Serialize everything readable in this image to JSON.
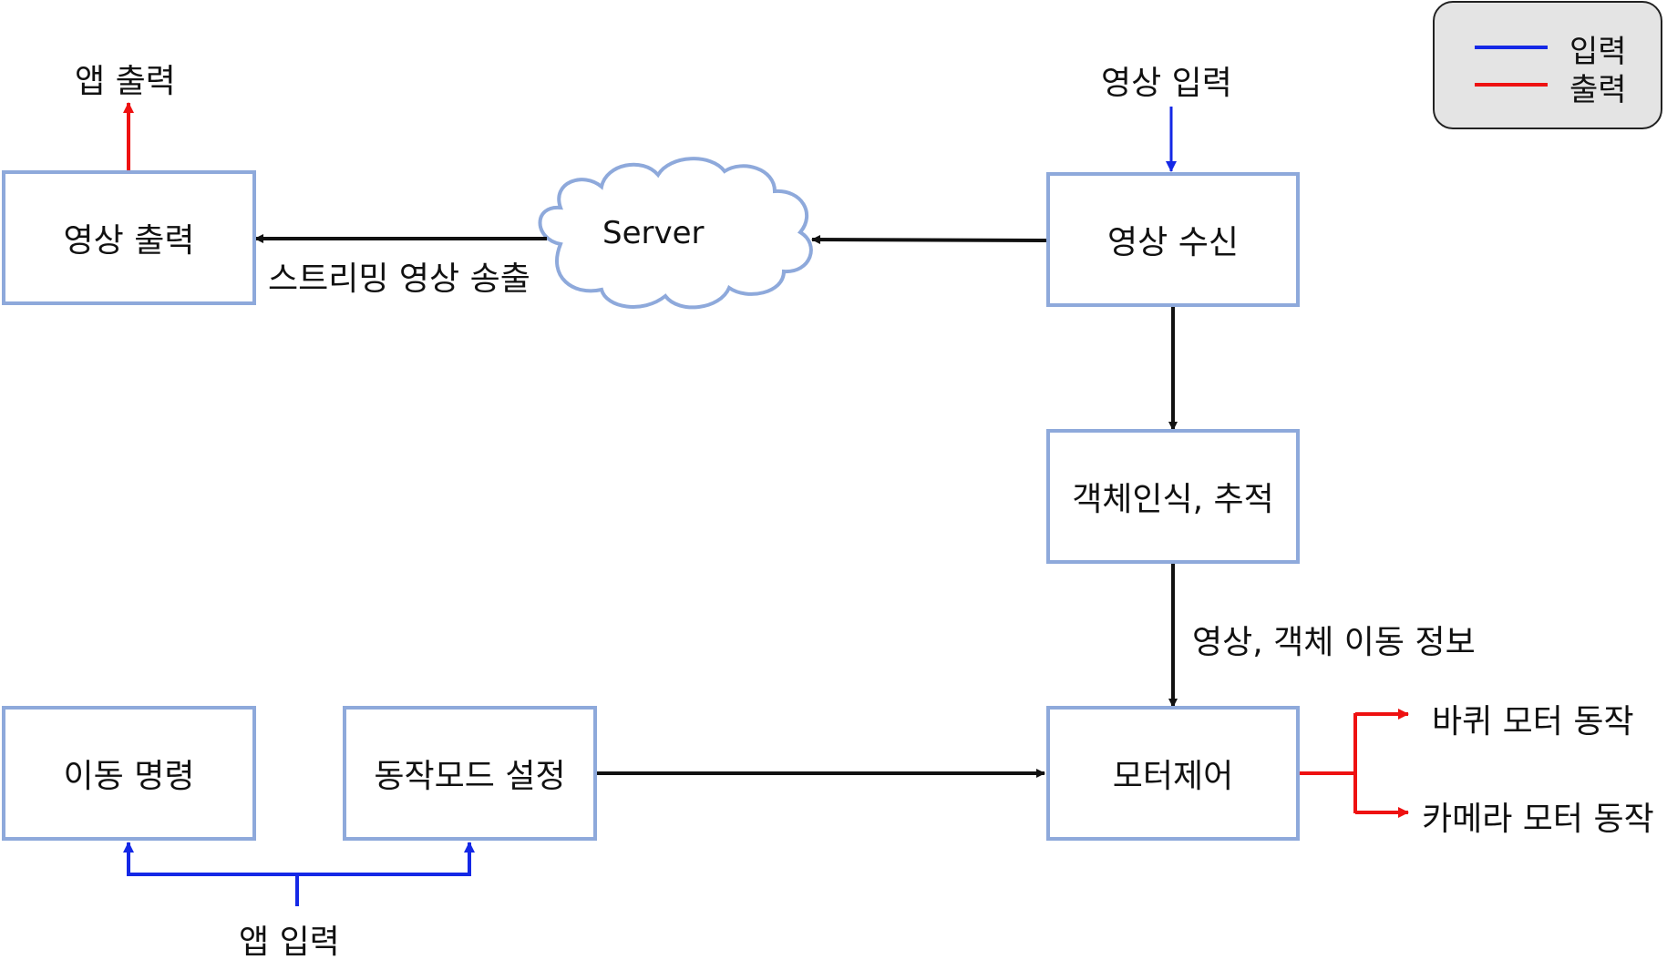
{
  "legend": {
    "input_label": "입력",
    "output_label": "출력",
    "input_color": "#1428e6",
    "output_color": "#ee1111"
  },
  "boxes": {
    "video_output": "영상 출력",
    "video_receive": "영상 수신",
    "object_recognition": "객체인식, 추적",
    "motor_control": "모터제어",
    "move_command": "이동 명령",
    "mode_setting": "동작모드 설정"
  },
  "cloud": {
    "label": "Server"
  },
  "labels": {
    "app_output": "앱 출력",
    "video_input": "영상 입력",
    "streaming": "스트리밍 영상 송출",
    "video_object_info": "영상, 객체 이동 정보",
    "wheel_motor": "바퀴 모터 동작",
    "camera_motor": "카메라 모터 동작",
    "app_input": "앱 입력"
  },
  "colors": {
    "box_border": "#8EA9DB",
    "flow": "#111111"
  }
}
